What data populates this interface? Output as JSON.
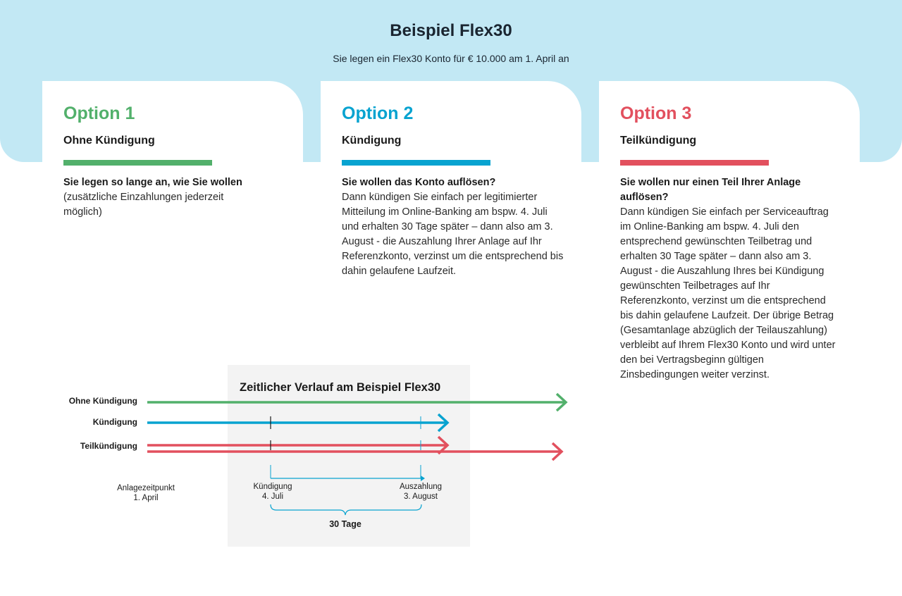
{
  "header": {
    "title": "Beispiel Flex30",
    "subtitle": "Sie legen ein Flex30 Konto für € 10.000 am 1. April an"
  },
  "options": [
    {
      "title": "Option 1",
      "subtitle": "Ohne Kündigung",
      "lead": "Sie legen so lange an, wie Sie wollen",
      "body": "(zusätzliche Einzahlungen jederzeit möglich)",
      "color": "#52b06b"
    },
    {
      "title": "Option 2",
      "subtitle": "Kündigung",
      "lead": "Sie wollen das Konto auflösen?",
      "body": "Dann kündigen Sie einfach per legitimierter Mitteilung im Online-Banking am bspw. 4. Juli und erhalten 30 Tage später – dann also am 3. August - die Auszahlung Ihrer Anlage auf Ihr Referenzkonto, verzinst um die entsprechend bis dahin gelaufene Laufzeit.",
      "color": "#08a3d0"
    },
    {
      "title": "Option 3",
      "subtitle": "Teilkündigung",
      "lead": "Sie wollen nur einen Teil Ihrer Anlage auflösen?",
      "body": "Dann kündigen Sie einfach per Serviceauftrag im Online-Banking am bspw. 4. Juli den entsprechend gewünschten Teilbetrag und erhalten 30 Tage später – dann also am 3. August - die Auszahlung Ihres bei Kündigung gewünschten Teilbetrages auf Ihr Referenzkonto, verzinst um die entsprechend bis dahin gelaufene Laufzeit. Der übrige Betrag (Gesamtanlage abzüglich der Teilauszahlung) verbleibt auf Ihrem Flex30 Konto und wird unter den bei Vertragsbeginn gültigen Zinsbedingungen weiter verzinst.",
      "color": "#e2505e"
    }
  ],
  "timeline": {
    "title": "Zeitlicher Verlauf am Beispiel Flex30",
    "row_labels": [
      "Ohne Kündigung",
      "Kündigung",
      "Teilkündigung"
    ],
    "start_label_1": "Anlagezeitpunkt",
    "start_label_2": "1. April",
    "notice_label_1": "Kündigung",
    "notice_label_2": "4. Juli",
    "payout_label_1": "Auszahlung",
    "payout_label_2": "3. August",
    "period_label": "30 Tage"
  }
}
